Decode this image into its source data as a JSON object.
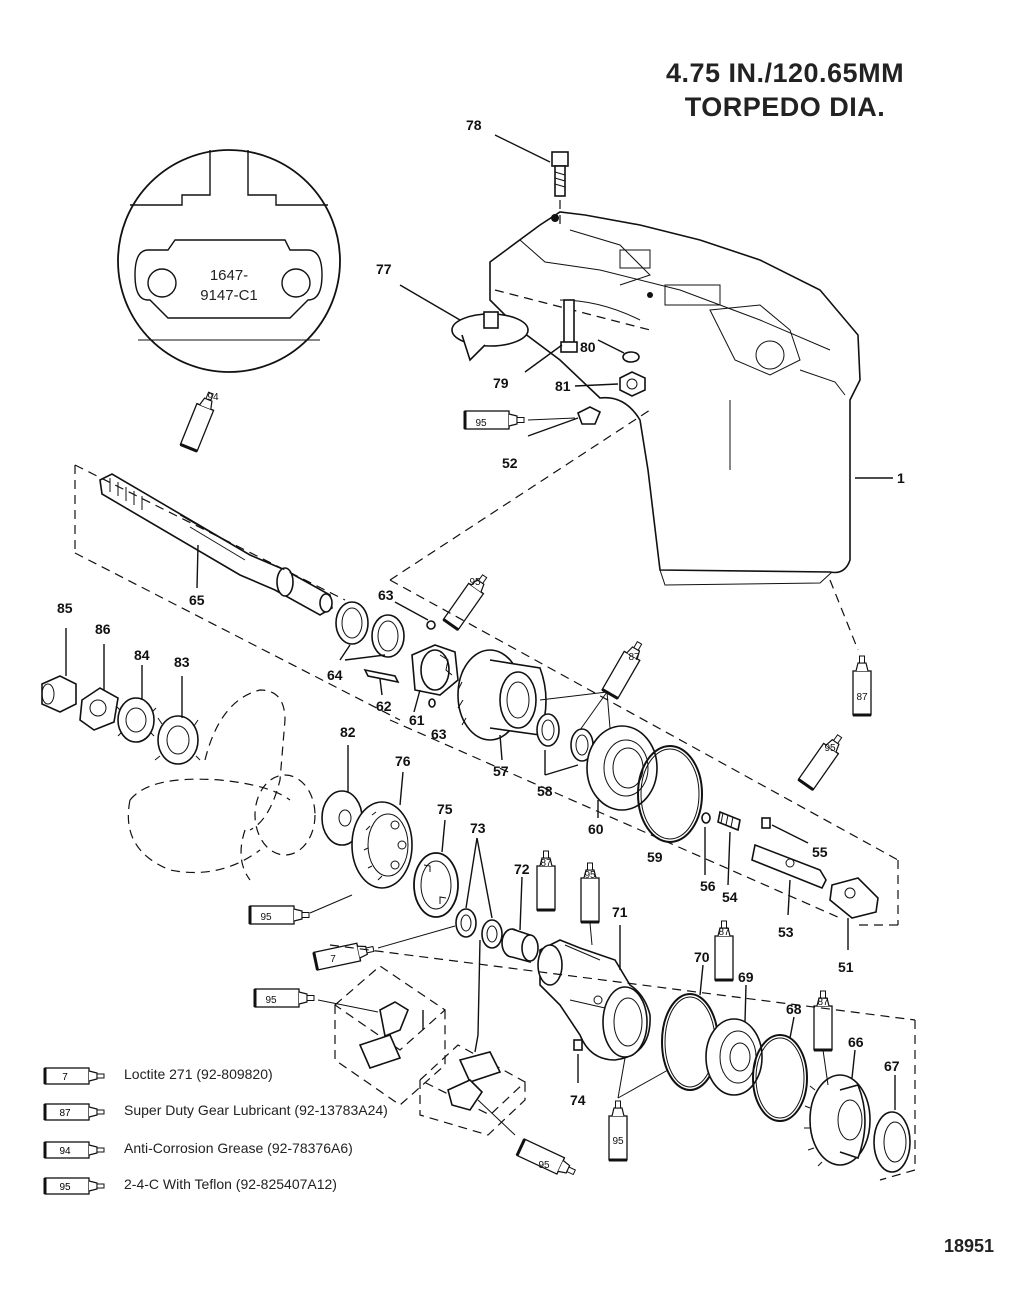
{
  "title": {
    "line1": "4.75 IN./120.65MM",
    "line2": "TORPEDO DIA."
  },
  "detail_stamp": {
    "line1": "1647-",
    "line2": "9147-C1"
  },
  "labels": {
    "p1": "1",
    "p51": "51",
    "p52": "52",
    "p53": "53",
    "p54": "54",
    "p55": "55",
    "p56": "56",
    "p57": "57",
    "p58": "58",
    "p59": "59",
    "p60": "60",
    "p61": "61",
    "p62": "62",
    "p63a": "63",
    "p63b": "63",
    "p64": "64",
    "p65": "65",
    "p66": "66",
    "p67": "67",
    "p68": "68",
    "p69": "69",
    "p70": "70",
    "p71": "71",
    "p72": "72",
    "p73": "73",
    "p74": "74",
    "p75": "75",
    "p76": "76",
    "p77": "77",
    "p78": "78",
    "p79": "79",
    "p80": "80",
    "p81": "81",
    "p82": "82",
    "p83": "83",
    "p84": "84",
    "p85": "85",
    "p86": "86"
  },
  "tubes": {
    "t94_shaft": "94",
    "t95_52": "95",
    "t95_63": "95",
    "t87_gear": "87",
    "t87_housing": "87",
    "t95_55": "95",
    "t87_72": "87",
    "t95_71": "95",
    "t87_70": "87",
    "t87_66": "87",
    "t95_76": "95",
    "t7_73": "7",
    "t95_clip1": "95",
    "t95_clip2": "95",
    "t95_71b": "95"
  },
  "legend": [
    {
      "code": "7",
      "text": "Loctite 271 (92-809820)"
    },
    {
      "code": "87",
      "text": "Super Duty Gear Lubricant (92-13783A24)"
    },
    {
      "code": "94",
      "text": "Anti-Corrosion Grease (92-78376A6)"
    },
    {
      "code": "95",
      "text": "2-4-C  With Teflon (92-825407A12)"
    }
  ],
  "figure_number": "18951"
}
